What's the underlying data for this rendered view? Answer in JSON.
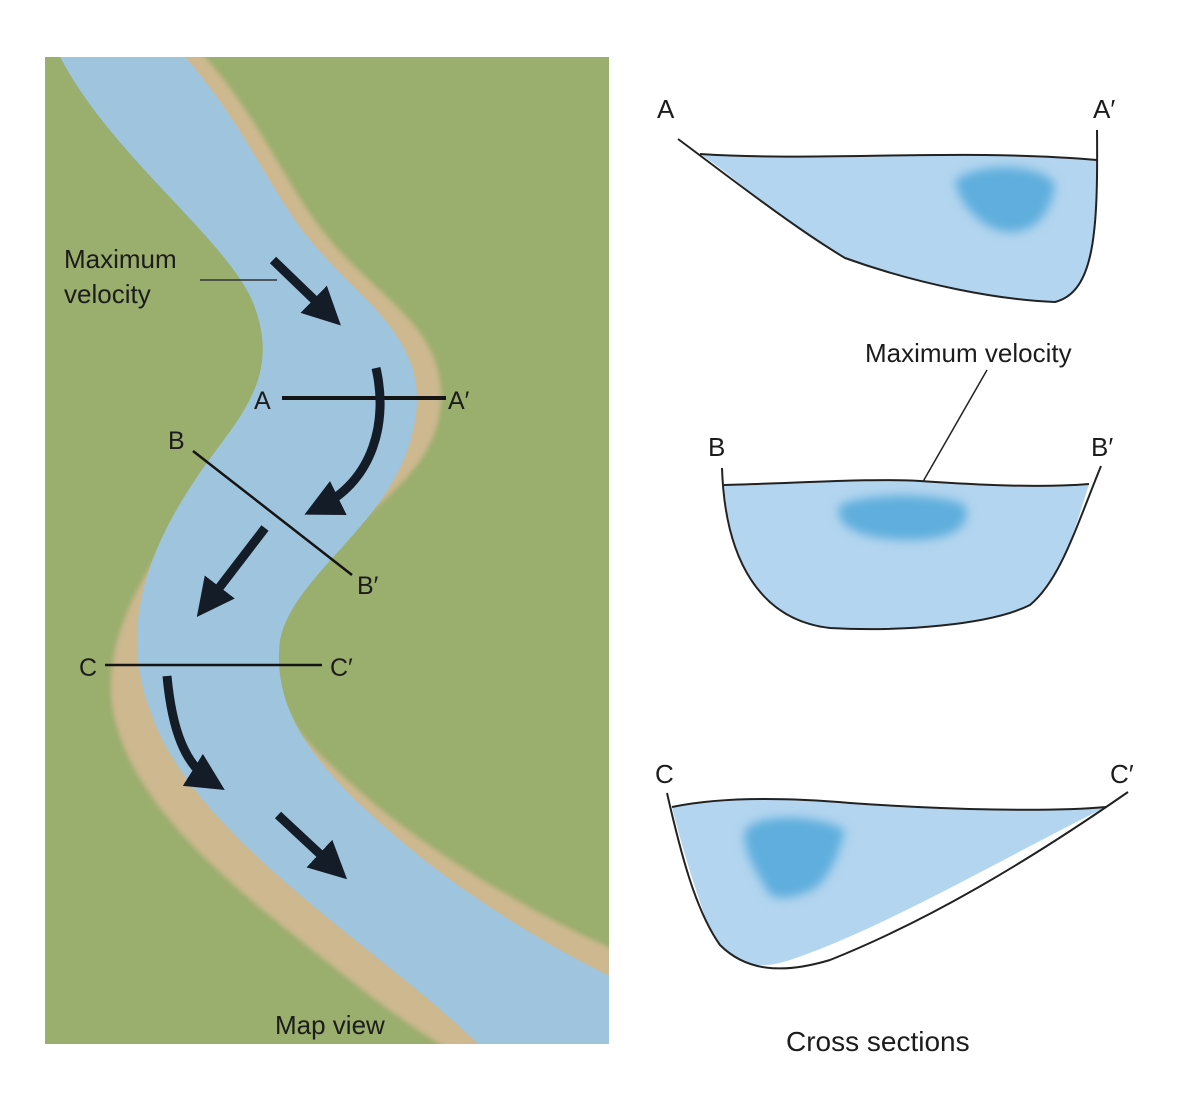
{
  "map_view": {
    "caption": "Map view",
    "max_velocity_label_line1": "Maximum",
    "max_velocity_label_line2": "velocity",
    "sections": {
      "a_start": "A",
      "a_end": "A′",
      "b_start": "B",
      "b_end": "B′",
      "c_start": "C",
      "c_end": "C′"
    },
    "colors": {
      "land": "#9aae6e",
      "water": "#9fc4de",
      "bank": "#cdb88f",
      "arrow": "#141c28"
    }
  },
  "cross_sections": {
    "caption": "Cross sections",
    "max_velocity_label": "Maximum velocity",
    "a": {
      "left": "A",
      "right": "A′"
    },
    "b": {
      "left": "B",
      "right": "B′"
    },
    "c": {
      "left": "C",
      "right": "C′"
    },
    "colors": {
      "water": "#b3d5ef",
      "max_velocity_zone": "#5eaedd",
      "outline": "#222222"
    }
  }
}
